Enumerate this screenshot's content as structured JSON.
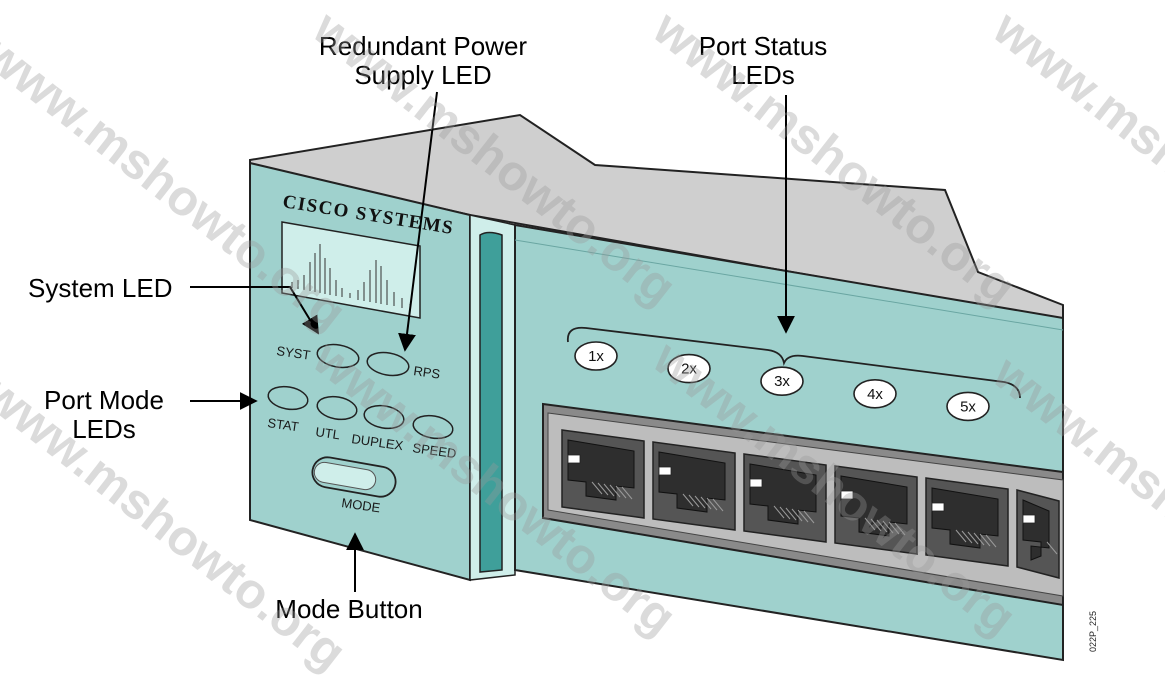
{
  "brand": {
    "name": "Cisco Systems",
    "logo_text_line": "CISCO SYSTEMS"
  },
  "callouts": {
    "rps": [
      "Redundant Power",
      "Supply LED"
    ],
    "port_status": [
      "Port Status",
      "LEDs"
    ],
    "system_led": "System LED",
    "port_mode": [
      "Port Mode",
      "LEDs"
    ],
    "mode_button": "Mode Button"
  },
  "leds": {
    "syst": "SYST",
    "rps": "RPS",
    "stat": "STAT",
    "utl": "UTL",
    "duplex": "DUPLEX",
    "speed": "SPEED"
  },
  "mode_button_label": "MODE",
  "port_labels": [
    "1x",
    "2x",
    "3x",
    "4x",
    "5x"
  ],
  "figure_id": "022P_225",
  "watermark": "www.mshowto.org",
  "colors": {
    "chassis_teal": "#9fd1cd",
    "chassis_dark_teal": "#3f9f9a",
    "top_gray": "#cfcfcf",
    "port_gray": "#8a8a8a"
  }
}
